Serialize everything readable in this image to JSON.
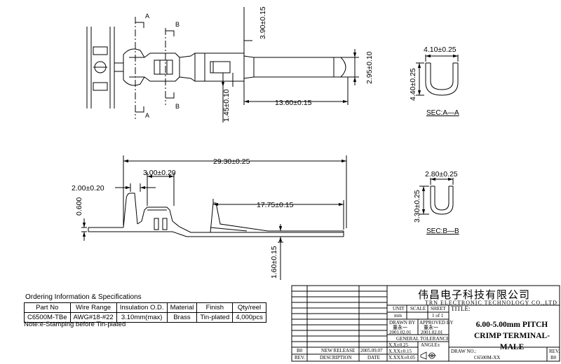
{
  "dimensions": {
    "top_3_90": "3.90±0.15",
    "top_2_95": "2.95±0.10",
    "top_13_60": "13.60±0.15",
    "top_1_45": "1.45±0.10",
    "bot_29_30": "29.30±0.25",
    "bot_3_00": "3.00±0.20",
    "bot_2_00": "2.00±0.20",
    "bot_0_600": "0.600",
    "bot_17_75": "17.75±0.15",
    "bot_1_60": "1.60±0.15",
    "secA_w": "4.10±0.25",
    "secA_h": "4.40±0.25",
    "secB_w": "2.80±0.25",
    "secB_h": "3.30±0.25"
  },
  "section_labels": {
    "a": "SEC:A—A",
    "b": "SEC:B—B"
  },
  "cut_markers": {
    "a": "A",
    "b": "B"
  },
  "ordering": {
    "title": "Ordering Information & Specifications",
    "headers": [
      "Part No",
      "Wire Range",
      "Insulation O.D.",
      "Material",
      "Finish",
      "Qty/reel"
    ],
    "row": [
      "C6500M-TBe",
      "AWG#18-#22",
      "3.10mm(max)",
      "Brass",
      "Tin-plated",
      "4,000pcs"
    ],
    "note": "Note:e-Stamping before Tin-plated"
  },
  "title_block": {
    "company_cn": "伟昌电子科技有限公司",
    "company_en": "TRN ELECTRONIC TECHNOLOGY CO.,LTD",
    "unit_label": "UNIT",
    "unit_value": "mm",
    "scale_label": "SCALE",
    "sheet_label": "SHEET",
    "sheet_value": "1 of 1",
    "title_label": "TITLE:",
    "title_line1": "6.00-5.00mm PITCH",
    "title_line2": "CRIMP TERMINAL-MALE",
    "drawn_by_label": "DRAWN BY",
    "drawn_by_name": "董永一",
    "drawn_date": "2001.02.01",
    "approved_by_label": "APPROVED BY",
    "approved_by_name": "董永一",
    "approved_date": "2001.02.01",
    "tolerance_label": "GENERAL TOLERANCE",
    "tol_1": "X.X±0.25",
    "tol_2": "X.XX±0.15",
    "tol_3": "X.XXX±0.05",
    "angle_label": "ANGLE±",
    "drawing_no_label": "DRAW NO.:",
    "drawing_no": "C6500M-XX",
    "rev_label": "REV.",
    "rev_value": "B0",
    "rev_row": "B0",
    "rev_desc": "NEW RELEASE",
    "rev_date": "2005.09.07",
    "rev_col": "REV.",
    "desc_col": "DESCRIPTION",
    "date_col": "DATE"
  }
}
